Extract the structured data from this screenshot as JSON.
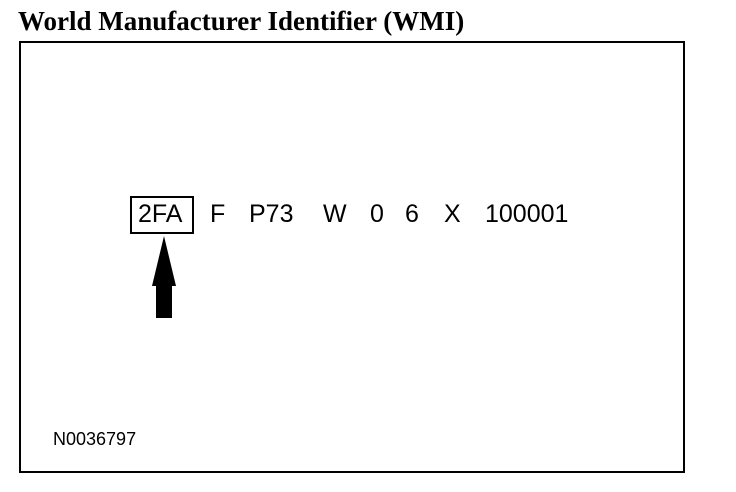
{
  "title": "World Manufacturer Identifier (WMI)",
  "vin": {
    "wmi": "2FA",
    "segments": [
      "F",
      "P73",
      "W",
      "0",
      "6",
      "X",
      "100001"
    ]
  },
  "arrow_icon": "up-arrow-icon",
  "reference_code": "N0036797"
}
